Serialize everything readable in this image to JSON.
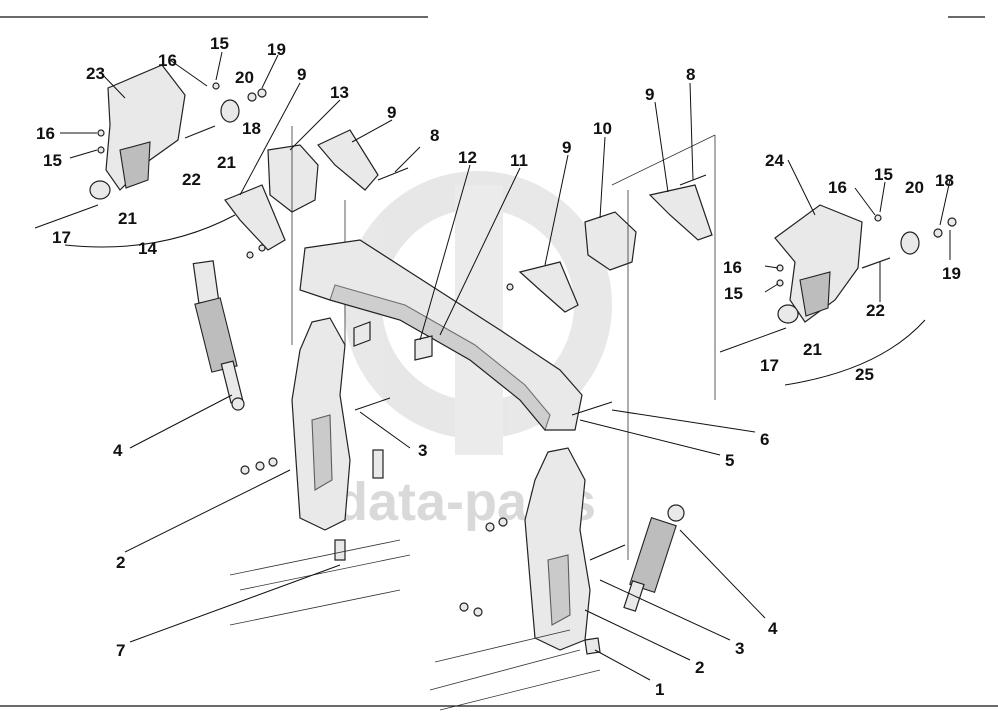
{
  "diagram": {
    "callouts": {
      "c1": "1",
      "c2a": "2",
      "c2b": "2",
      "c3a": "3",
      "c3b": "3",
      "c4a": "4",
      "c4b": "4",
      "c5": "5",
      "c6": "6",
      "c7": "7",
      "c8a": "8",
      "c8b": "8",
      "c9a": "9",
      "c9b": "9",
      "c9c": "9",
      "c9d": "9",
      "c10": "10",
      "c11": "11",
      "c12": "12",
      "c13": "13",
      "c14": "14",
      "c15a": "15",
      "c15b": "15",
      "c15c": "15",
      "c15d": "15",
      "c16a": "16",
      "c16b": "16",
      "c16c": "16",
      "c16d": "16",
      "c17a": "17",
      "c17b": "17",
      "c18a": "18",
      "c18b": "18",
      "c19a": "19",
      "c19b": "19",
      "c20a": "20",
      "c20b": "20",
      "c21a": "21",
      "c21b": "21",
      "c21c": "21",
      "c22a": "22",
      "c22b": "22",
      "c23": "23",
      "c24": "24",
      "c25": "25"
    },
    "watermark": "data-parts",
    "colors": {
      "line": "#111111",
      "part_fill": "#e9e9e9",
      "part_shade": "#bdbdbd",
      "watermark": "#d0d0d0"
    }
  }
}
